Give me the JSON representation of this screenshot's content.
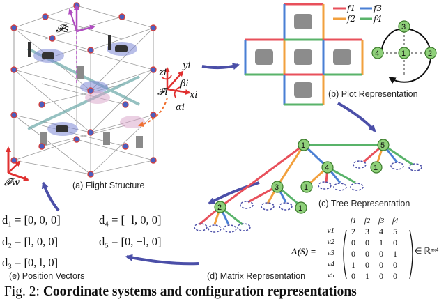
{
  "panels": {
    "flight_structure": "(a) Flight Structure",
    "plot_representation": "(b) Plot Representation",
    "tree_representation": "(c) Tree Representation",
    "matrix_representation": "(d) Matrix Representation",
    "position_vectors": "(e) Position Vectors"
  },
  "frames": {
    "structure_frame": "𝓕s",
    "world_frame": "𝓕w",
    "drone_frame": "𝓕i",
    "axis_x": "xi",
    "axis_y": "yi",
    "axis_z": "zi",
    "angle_alpha": "αi",
    "angle_beta": "βi"
  },
  "plot_legend": [
    "f1",
    "f2",
    "f3",
    "f4"
  ],
  "plot_legend_colors": [
    "#e8505b",
    "#f2a03d",
    "#4a7fd4",
    "#59b36a"
  ],
  "graph_nodes": [
    "1",
    "2",
    "3",
    "4",
    "5"
  ],
  "position_vectors": {
    "d1": "d₁ = [0, 0, 0]",
    "d2": "d₂ = [l, 0, 0]",
    "d3": "d₃ = [0, l, 0]",
    "d4": "d₄ = [−l, 0, 0]",
    "d5": "d₅ = [0, −l, 0]"
  },
  "matrix": {
    "lhs": "A(S) =",
    "col_labels": [
      "f1",
      "f2",
      "f3",
      "f4"
    ],
    "row_labels": [
      "v1",
      "v2",
      "v3",
      "v4",
      "v5"
    ],
    "rows": [
      [
        "2",
        "3",
        "4",
        "5"
      ],
      [
        "0",
        "0",
        "1",
        "0"
      ],
      [
        "0",
        "0",
        "0",
        "1"
      ],
      [
        "1",
        "0",
        "0",
        "0"
      ],
      [
        "0",
        "1",
        "0",
        "0"
      ]
    ],
    "rhs": "∈ ℝⁿˣ⁴"
  },
  "caption": {
    "prefix": "Fig. 2: ",
    "bold": "Coordinate systems and configuration representations"
  }
}
